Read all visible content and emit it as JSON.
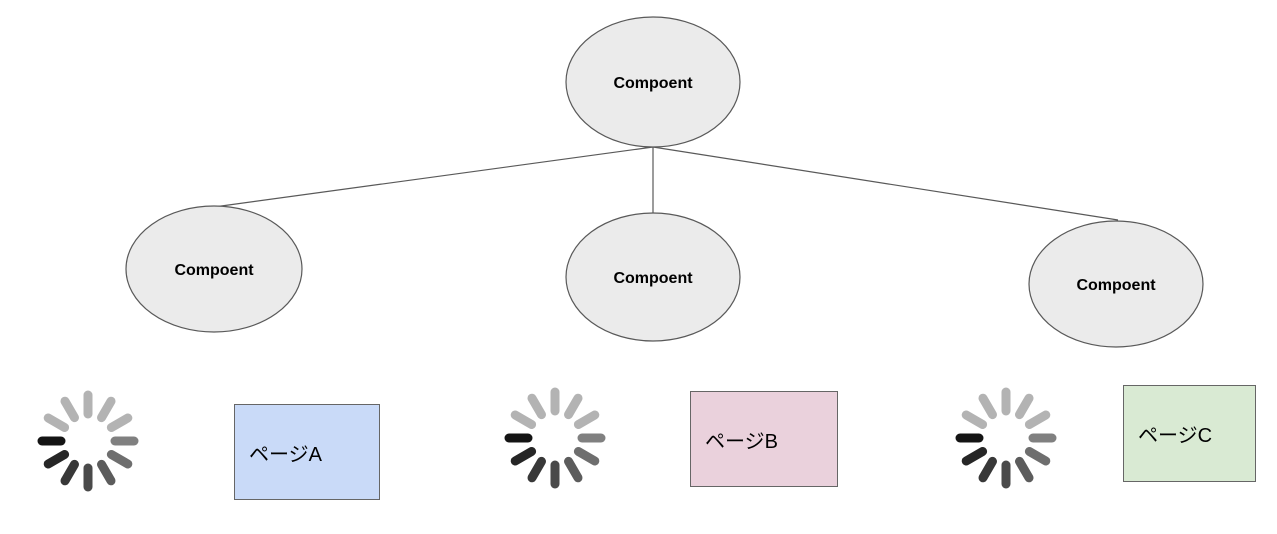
{
  "nodes": {
    "root": {
      "label": "Compoent"
    },
    "left": {
      "label": "Compoent"
    },
    "center": {
      "label": "Compoent"
    },
    "right": {
      "label": "Compoent"
    }
  },
  "pages": [
    {
      "label": "ページA",
      "color": "#c9daf8"
    },
    {
      "label": "ページB",
      "color": "#ead1dc"
    },
    {
      "label": "ページC",
      "color": "#d9ead3"
    }
  ],
  "icons": [
    "loading-spinner-icon",
    "loading-spinner-icon",
    "loading-spinner-icon"
  ],
  "colors": {
    "node_fill": "#ebebeb",
    "node_stroke": "#595959",
    "edge": "#595959"
  }
}
